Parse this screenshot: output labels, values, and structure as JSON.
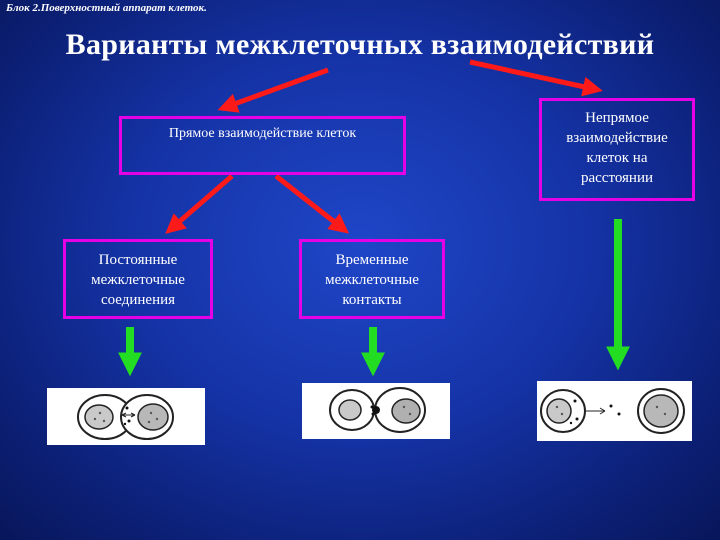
{
  "header": {
    "label": "Блок 2.Поверхностный аппарат клеток."
  },
  "title": "Варианты межклеточных взаимодействий",
  "boxes": {
    "direct": {
      "label": "Прямое взаимодействие клеток"
    },
    "indirect": {
      "lines": [
        "Непрямое",
        "взаимодействие",
        "клеток на",
        "расстоянии"
      ]
    },
    "permanent": {
      "lines": [
        "Постоянные",
        "межклеточные",
        "соединения"
      ]
    },
    "temporary": {
      "lines": [
        "Временные",
        "межклеточные",
        "контакты"
      ]
    }
  },
  "colors": {
    "background": "#1533a6",
    "box_border": "#e600e6",
    "red_arrow": "#ff1a1a",
    "green_arrow": "#22dd22",
    "text": "#ffffff"
  },
  "pictures": [
    {
      "name": "permanent-junction-cells"
    },
    {
      "name": "temporary-contact-cells"
    },
    {
      "name": "distant-signaling-cells"
    }
  ]
}
